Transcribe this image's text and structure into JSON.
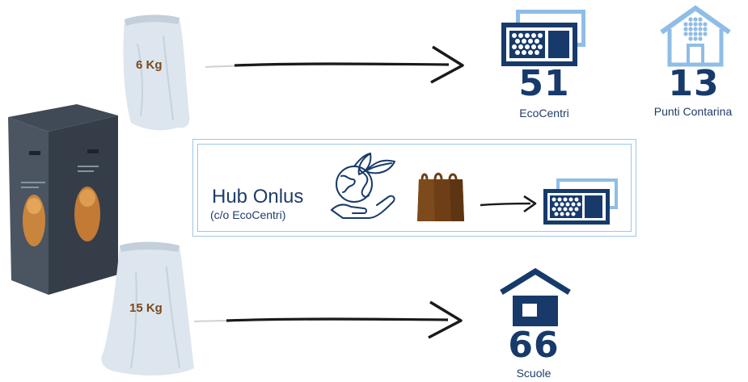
{
  "top_bag": {
    "weight_label": "6 Kg"
  },
  "bottom_bag": {
    "weight_label": "15 Kg"
  },
  "ecocentri": {
    "count": "51",
    "label": "EcoCentri"
  },
  "contarina": {
    "count": "13",
    "label": "Punti Contarina"
  },
  "hub": {
    "title": "Hub Onlus",
    "subtitle": "(c/o EcoCentri)"
  },
  "schools": {
    "count": "66",
    "label": "Scuole"
  },
  "colors": {
    "navy": "#173a6b",
    "light_blue": "#8fbde6",
    "brown": "#7a4a1e"
  }
}
